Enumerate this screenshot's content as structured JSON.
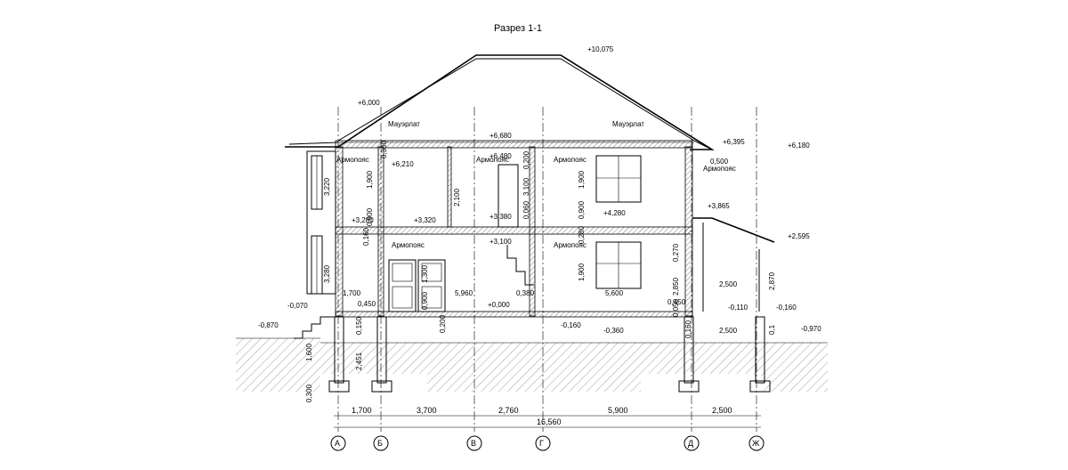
{
  "title": "Разрез 1-1",
  "labels": {
    "mauerlat_left": "Мауэрлат",
    "mauerlat_right": "Мауэрлат",
    "armopoyas_1": "Армопояс",
    "armopoyas_2": "Армопояс",
    "armopoyas_3": "Армопояс",
    "armopoyas_4": "Армопояс",
    "armopoyas_5": "Армопояс",
    "armopoyas_6": "Армопояс"
  },
  "elevations": {
    "ridge": "+10,075",
    "eave_left": "+6,000",
    "ceiling_2": "+6,680",
    "eave_right": "+6,395",
    "far_right": "+6,180",
    "arm_left": "+6,210",
    "arm_mid": "+6,480",
    "lintel_right": "+4,280",
    "floor_left": "+3,280",
    "floor_left2": "+3,320",
    "floor_mid": "+3,380",
    "slab_mid": "+3,100",
    "canopy": "+3,865",
    "canopy_low": "+2,595",
    "zero": "+0,000",
    "left_porch": "-0,070",
    "left_ground": "-0,870",
    "right_porch": "-0,110",
    "right_step": "-0,160",
    "right_ground": "-0,970",
    "under_slab": "-0,160",
    "under_slab2": "-0,360"
  },
  "dims": {
    "d_3220": "3,220",
    "d_3280": "3,280",
    "d_0160a": "0,160",
    "d_1700": "1,700",
    "d_0450a": "0,450",
    "d_0900a": "0,900",
    "d_1900a": "1,900",
    "d_0300a": "0,300",
    "d_2100": "2,100",
    "d_3100": "3,100",
    "d_0200a": "0,200",
    "d_0060": "0,060",
    "d_0900b": "0,900",
    "d_1900b": "1,900",
    "d_0280": "0,280",
    "d_0270": "0,270",
    "d_0500": "0,500",
    "d_5960": "5,960",
    "d_0380": "0,380",
    "d_5600": "5,600",
    "d_2850": "2,850",
    "d_0450b": "0,450",
    "d_2500a": "2,500",
    "d_2870": "2,870",
    "d_0050": "0,050",
    "d_2500b": "2,500",
    "d_1300": "1,300",
    "d_0900c": "0,900",
    "d_1900c": "1,900",
    "d_1600": "1,600",
    "d_0300b": "0,300",
    "d_2451": "2,451",
    "d_0150": "0,150",
    "d_0160b": "0,160",
    "d_0200b": "0,200",
    "d_0100": "0,1"
  },
  "bottom_dims": {
    "seg1": "1,700",
    "seg2": "3,700",
    "seg3": "2,760",
    "seg4": "5,900",
    "seg5": "2,500",
    "total": "16,560"
  },
  "axes": [
    "А",
    "Б",
    "В",
    "Г",
    "Д",
    "Ж"
  ]
}
